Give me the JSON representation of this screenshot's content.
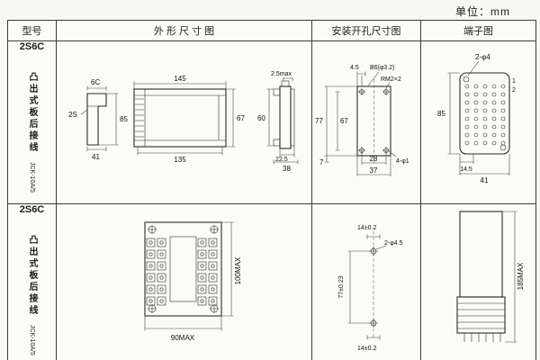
{
  "unit_label": "单位：mm",
  "headers": {
    "model": "型号",
    "outline": "外 形 尺 寸 图",
    "install": "安装开孔尺寸图",
    "terminal": "端子图"
  },
  "rows": [
    {
      "model": {
        "name": "2S6C",
        "desc": "凸出式板后接线",
        "code": "JCK-10A/5"
      },
      "outline": {
        "d6c": "6C",
        "d2s": "2S",
        "d85": "85",
        "d41": "41",
        "d145": "145",
        "d67": "67",
        "d135": "135",
        "d25max": "2.5max",
        "d60": "60",
        "d225": "22.5",
        "d38": "38"
      },
      "install": {
        "d45": "4.5",
        "db6": "B6(φ3.2)",
        "drm": "RM2×2",
        "d77": "77",
        "d67": "67",
        "d7": "7",
        "d28": "28",
        "d37": "37",
        "d4phi": "4-φ1"
      },
      "terminal": {
        "dphi": "2-φ4",
        "d85": "85",
        "n1": "1",
        "n2": "2",
        "d145": "14.5",
        "d41": "41"
      }
    },
    {
      "model": {
        "name": "2S6C",
        "desc": "凸出式板后接线",
        "code": "JCK-10A/5"
      },
      "outline": {
        "d90": "90MAX",
        "d100": "100MAX"
      },
      "install": {
        "dtop": "14±0.2",
        "dphi": "2-φ4.5",
        "d77": "77±0.23",
        "dbot": "14±0.2"
      },
      "terminal": {
        "d185": "185MAX"
      }
    }
  ]
}
